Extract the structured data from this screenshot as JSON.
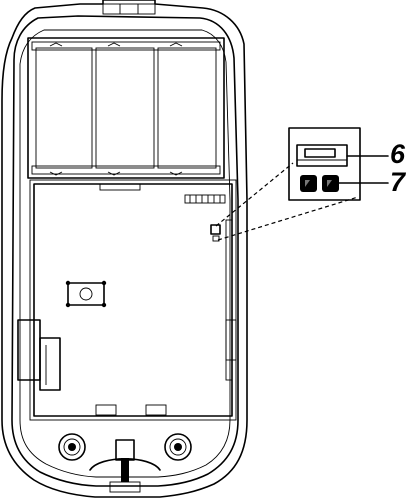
{
  "callouts": [
    {
      "number": "6",
      "part": "dip-switch"
    },
    {
      "number": "7",
      "part": "jumper-pins"
    }
  ]
}
